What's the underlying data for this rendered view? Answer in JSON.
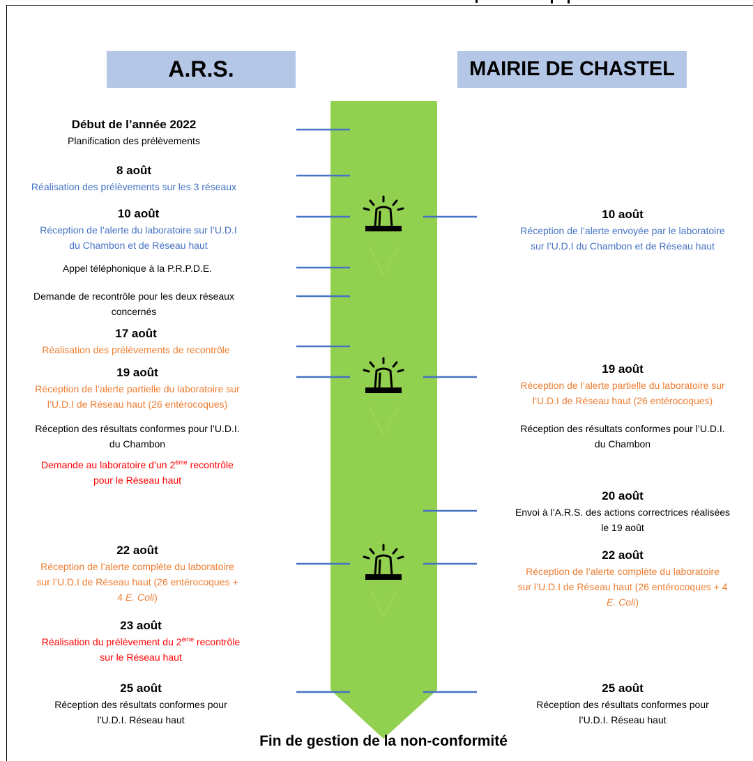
{
  "headers": {
    "left": "A.R.S.",
    "right": "MAIRIE DE CHASTEL"
  },
  "colors": {
    "header_bg": "#b4c7e7",
    "arrow": "#92d050",
    "connector": "#4472c4",
    "blue": "#4472c4",
    "orange": "#ed7d31",
    "red": "#ff0000"
  },
  "ars": [
    {
      "date": "Début de l’année 2022",
      "text": "Planification des prélèvements",
      "color": "black"
    },
    {
      "date": "8 août",
      "text": "Réalisation des prélèvements sur les 3 réseaux",
      "color": "blue"
    },
    {
      "date": "10 août",
      "line1": "Réception de l’alerte du laboratoire sur l’U.D.I",
      "line2": "du Chambon et de Réseau haut",
      "color": "blue"
    },
    {
      "text": "Appel téléphonique à la P.R.P.D.E.",
      "color": "black"
    },
    {
      "line1": "Demande de recontrôle pour les deux réseaux",
      "line2": "concernés",
      "color": "black"
    },
    {
      "date": "17 août",
      "text": "Réalisation des prélèvements de recontrôle",
      "color": "orange"
    },
    {
      "date": "19 août",
      "line1": "Réception de l’alerte partielle du laboratoire sur",
      "line2": "l’U.D.I de Réseau haut (26 entérocoques)",
      "color": "orange"
    },
    {
      "line1": "Réception des résultats conformes pour l’U.D.I.",
      "line2": "du Chambon",
      "color": "black"
    },
    {
      "line1_pre": "Demande au laboratoire d’un 2",
      "line1_sup": "ème",
      "line1_post": " recontrôle",
      "line2": "pour le Réseau haut",
      "color": "red"
    },
    {
      "date": "22 août",
      "line1": "Réception de l’alerte complète du laboratoire",
      "line2": "sur l’U.D.I de Réseau haut (26 entérocoques +",
      "line3_pre": "4 ",
      "line3_em": "E. Coli",
      "line3_post": ")",
      "color": "orange"
    },
    {
      "date": "23 août",
      "line1_pre": "Réalisation du prélèvement du 2",
      "line1_sup": "ème",
      "line1_post": " recontrôle",
      "line2": "sur le Réseau haut",
      "color": "red"
    },
    {
      "date": "25 août",
      "line1": "Réception des résultats conformes pour",
      "line2": "l’U.D.I. Réseau haut",
      "color": "black"
    }
  ],
  "mairie": [
    {
      "date": "10 août",
      "line1": "Réception de l’alerte envoyée par le laboratoire",
      "line2": "sur l’U.D.I du Chambon et de Réseau haut",
      "color": "blue"
    },
    {
      "date": "19 août",
      "line1": "Réception de l’alerte partielle du laboratoire sur",
      "line2": "l’U.D.I de Réseau haut (26 entérocoques)",
      "color": "orange"
    },
    {
      "line1": "Réception des résultats conformes pour l’U.D.I.",
      "line2": "du Chambon",
      "color": "black"
    },
    {
      "date": "20 août",
      "line1": "Envoi à l’A.R.S. des actions correctrices réalisées",
      "line2": "le 19 août",
      "color": "black"
    },
    {
      "date": "22 août",
      "line1": "Réception de l’alerte complète du laboratoire",
      "line2": "sur l’U.D.I de Réseau haut (26 entérocoques + 4",
      "line3_em": "E. Coli",
      "line3_post": ")",
      "color": "orange"
    },
    {
      "date": "25 août",
      "line1": "Réception des résultats conformes pour",
      "line2": "l’U.D.I. Réseau haut",
      "color": "black"
    }
  ],
  "footer": "Fin de gestion de la non-conformité"
}
